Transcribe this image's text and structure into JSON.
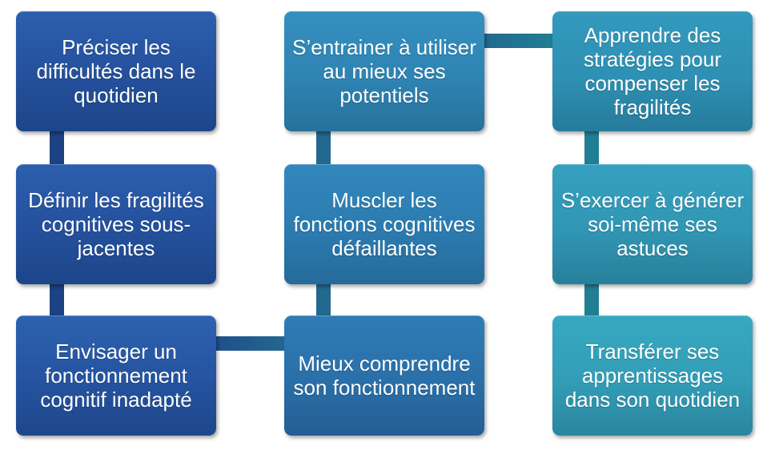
{
  "colors": {
    "col1": "#24509c",
    "col1_dark": "#1b3f7e",
    "col2": "#2d7fae",
    "col2_dark": "#23668f",
    "col3": "#2f9bb1",
    "col3_dark": "#257f93",
    "connector1": "#1d4282",
    "connector2": "#22688f",
    "connector3": "#217f93"
  },
  "steps": [
    {
      "text": "Préciser les difficultés dans le quotidien"
    },
    {
      "text": "Définir les fragilités cognitives sous-jacentes"
    },
    {
      "text": "Envisager un fonctionnement cognitif inadapté"
    },
    {
      "text": "Mieux comprendre son fonctionnement"
    },
    {
      "text": "Muscler les fonctions cognitives défaillantes"
    },
    {
      "text": "S’entrainer à utiliser au mieux ses potentiels"
    },
    {
      "text": "Apprendre des stratégies pour compenser les fragilités"
    },
    {
      "text": "S’exercer à générer soi-même ses astuces"
    },
    {
      "text": "Transférer ses apprentissages dans son quotidien"
    }
  ]
}
